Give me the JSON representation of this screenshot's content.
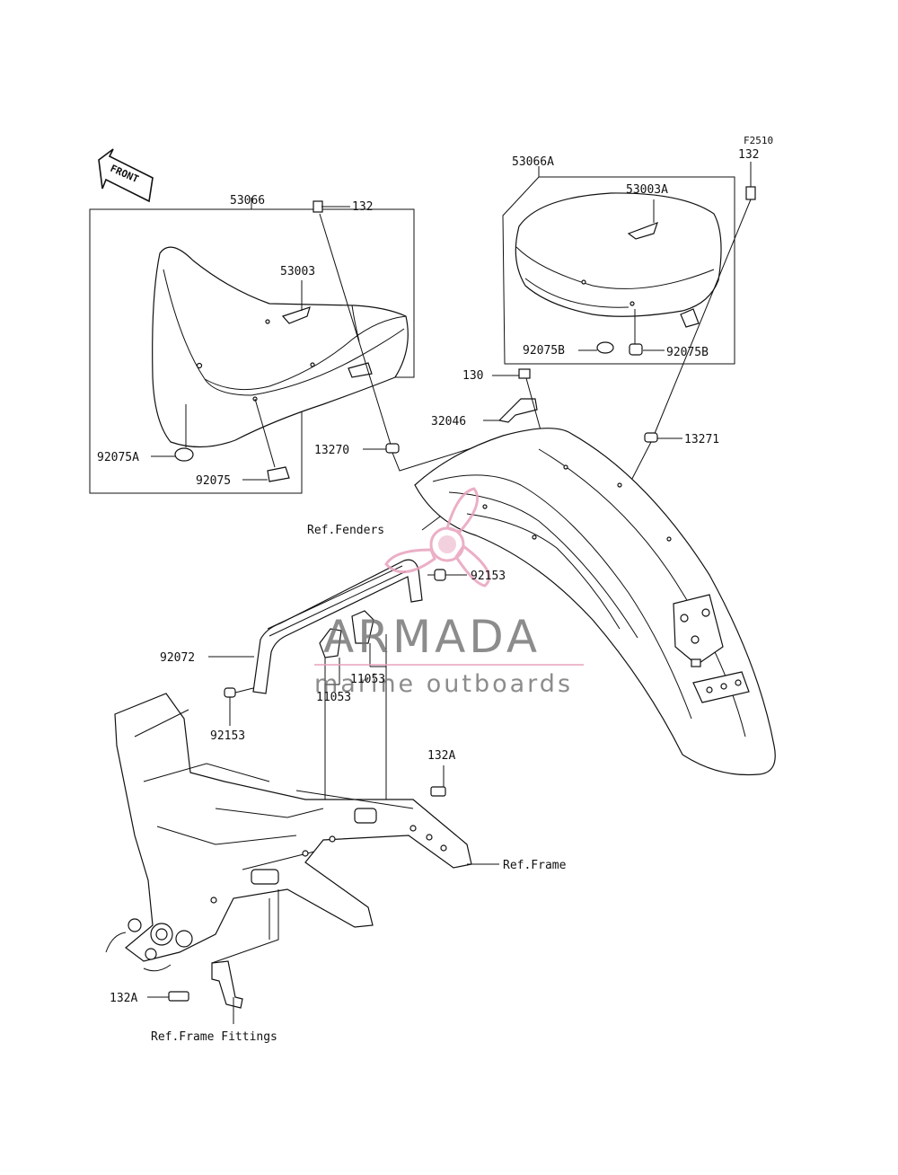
{
  "diagram": {
    "code": "F2510",
    "front_label": "FRONT",
    "labels": {
      "p53066": "53066",
      "p132_a": "132",
      "p53003": "53003",
      "p92075A": "92075A",
      "p92075": "92075",
      "p53066A": "53066A",
      "p132_b": "132",
      "p53003A": "53003A",
      "p92075B_l": "92075B",
      "p92075B_r": "92075B",
      "p130": "130",
      "p32046": "32046",
      "p13270": "13270",
      "p13271": "13271",
      "ref_fenders": "Ref.Fenders",
      "p92153_a": "92153",
      "p92072": "92072",
      "p11053_a": "11053",
      "p11053_b": "11053",
      "p92153_b": "92153",
      "p132A_a": "132A",
      "ref_frame": "Ref.Frame",
      "p132A_b": "132A",
      "ref_frame_fittings": "Ref.Frame Fittings"
    }
  },
  "watermark": {
    "brand": "ARMADA",
    "tagline": "marine outboards",
    "logo_color": "#e8a2bd",
    "text_color": "#707070"
  }
}
